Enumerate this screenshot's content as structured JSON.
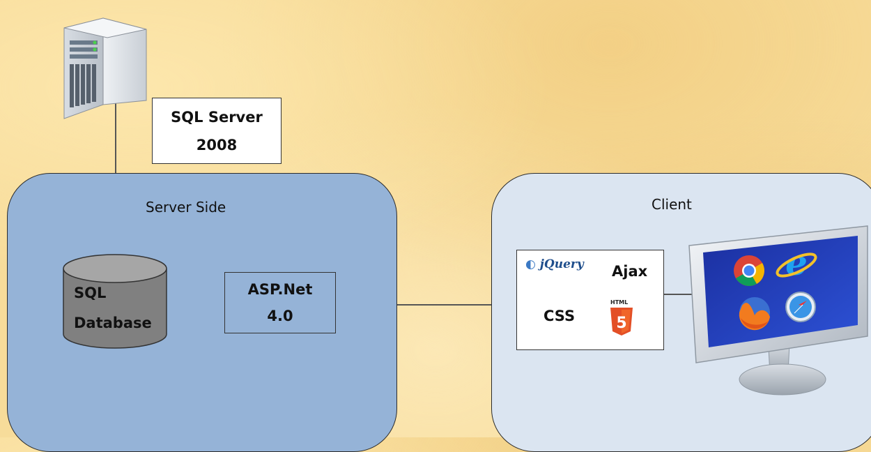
{
  "sql_server": {
    "line1": "SQL Server",
    "line2": "2008"
  },
  "server_side": {
    "title": "Server Side",
    "database": {
      "line1": "SQL",
      "line2": "Database"
    },
    "asp": {
      "line1": "ASP.Net",
      "line2": "4.0"
    }
  },
  "client": {
    "title": "Client",
    "tech": {
      "jquery": "jQuery",
      "ajax": "Ajax",
      "css": "CSS",
      "html": "HTML"
    },
    "browsers": [
      "chrome-icon",
      "ie-icon",
      "firefox-icon",
      "safari-icon"
    ]
  }
}
